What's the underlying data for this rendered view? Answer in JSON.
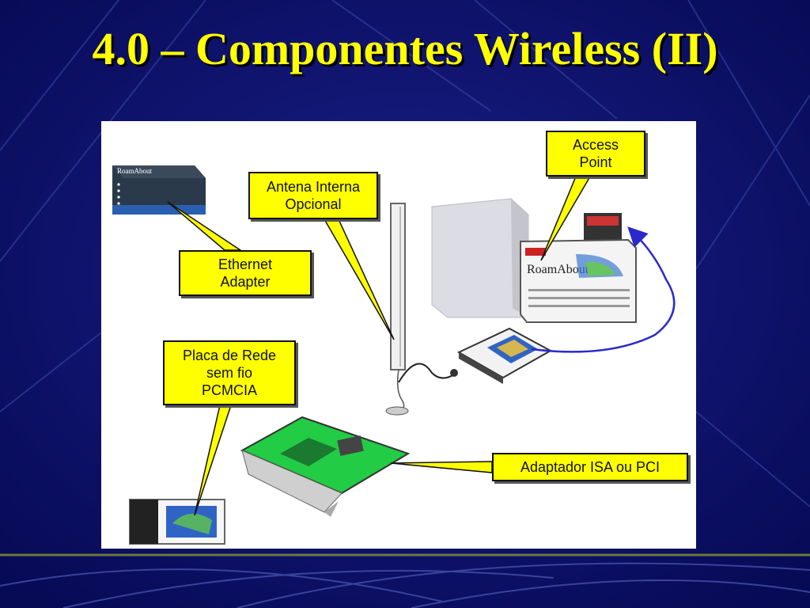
{
  "slide": {
    "title": "4.0 – Componentes Wireless (II)"
  },
  "colors": {
    "background": "#0b0f6a",
    "title": "#ffff00",
    "callout_fill": "#ffff00",
    "connector": "#2a2acc",
    "card_green": "#22cc44"
  },
  "device_labels": {
    "ethernet_box_brand": "RoamAbout",
    "access_point_brand": "RoamAbout"
  },
  "callouts": {
    "access_point": "Access\nPoint",
    "antena": "Antena Interna\nOpcional",
    "ethernet": "Ethernet\nAdapter",
    "pcmcia": "Placa de Rede\nsem fio\nPCMCIA",
    "isa_pci": "Adaptador ISA ou PCI"
  }
}
